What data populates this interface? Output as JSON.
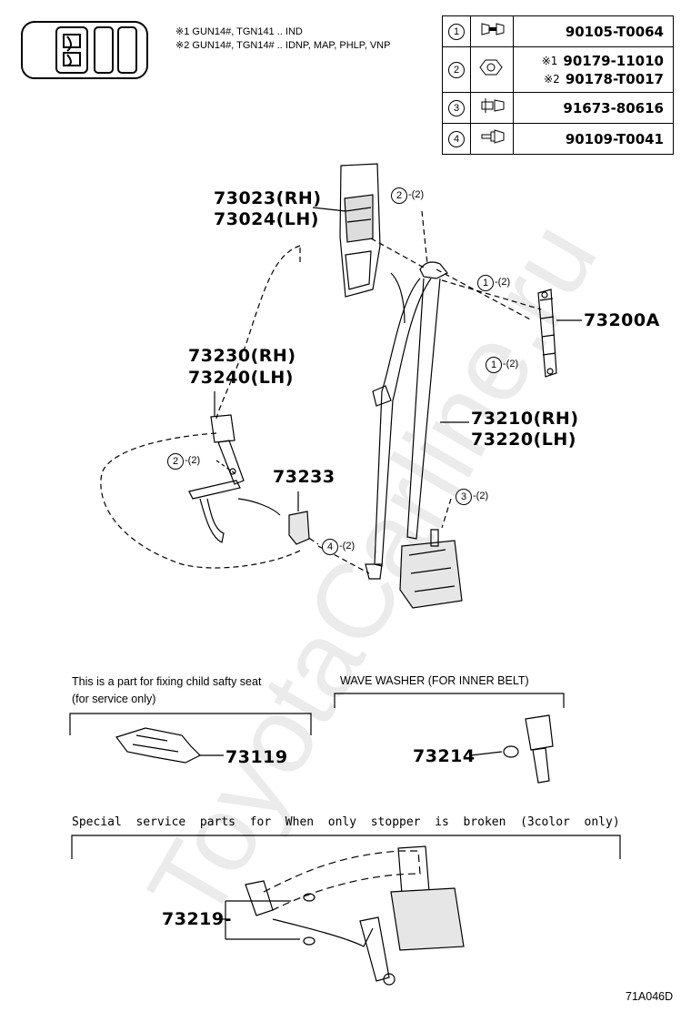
{
  "notes": {
    "line1": "※1 GUN14#, TGN141 .. IND",
    "line2": "※2 GUN14#, TGN14# .. IDNP, MAP, PHLP, VNP"
  },
  "parts_table": [
    {
      "index": "1",
      "numbers": [
        {
          "mark": "",
          "value": "90105-T0064"
        }
      ]
    },
    {
      "index": "2",
      "numbers": [
        {
          "mark": "※1",
          "value": "90179-11010"
        },
        {
          "mark": "※2",
          "value": "90178-T0017"
        }
      ]
    },
    {
      "index": "3",
      "numbers": [
        {
          "mark": "",
          "value": "91673-80616"
        }
      ]
    },
    {
      "index": "4",
      "numbers": [
        {
          "mark": "",
          "value": "90109-T0041"
        }
      ]
    }
  ],
  "labels": {
    "p73023": "73023(RH)",
    "p73024": "73024(LH)",
    "p73230": "73230(RH)",
    "p73240": "73240(LH)",
    "p73200a": "73200A",
    "p73210": "73210(RH)",
    "p73220": "73220(LH)",
    "p73233": "73233",
    "p73119": "73119",
    "p73214": "73214",
    "p73219": "73219-"
  },
  "callouts": [
    {
      "num": "2",
      "qty": "-(2)"
    },
    {
      "num": "1",
      "qty": "-(2)"
    },
    {
      "num": "1",
      "qty": "-(2)"
    },
    {
      "num": "2",
      "qty": "-(2)"
    },
    {
      "num": "3",
      "qty": "-(2)"
    },
    {
      "num": "4",
      "qty": "-(2)"
    }
  ],
  "captions": {
    "child_seat_1": "This is a part for fixing child safty seat",
    "child_seat_2": "(for service only)",
    "wave_washer": "WAVE WASHER (FOR INNER BELT)",
    "special": "Special  service  parts  for  When  only  stopper  is  broken  (3color  only)"
  },
  "watermark": "ToyotaCarline.ru",
  "figure_code": "71A046D"
}
